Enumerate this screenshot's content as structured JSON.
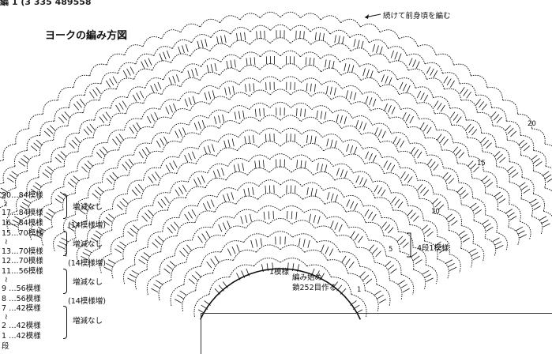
{
  "header_fragment": "編 1 (3 335 489558",
  "title": "ヨークの編み方図",
  "notes": {
    "continue": "続けて前身頃を編む",
    "one_pattern": "1模様",
    "start_line1": "編み始め",
    "start_line2": "鎖252目作る",
    "four_rows": "4段1模様"
  },
  "row_numbers": [
    "20",
    "15",
    "10",
    "5",
    "1"
  ],
  "rows": [
    {
      "text": "20…84模様"
    },
    {
      "text": "17…84模様"
    },
    {
      "text": "16…84模様"
    },
    {
      "text": "15…70模様"
    },
    {
      "text": "13…70模様"
    },
    {
      "text": "12…70模様"
    },
    {
      "text": "11…56模様"
    },
    {
      "text": "9 …56模様"
    },
    {
      "text": "8 …56模様"
    },
    {
      "text": "7 …42模様"
    },
    {
      "text": "2 …42模様"
    },
    {
      "text": "1 …42模様"
    },
    {
      "text": "段"
    }
  ],
  "tilde": "≀",
  "groups": {
    "no_change": "増減なし",
    "inc14": "(14模様増)"
  },
  "colors": {
    "ink": "#111111",
    "paper": "#ffffff"
  }
}
